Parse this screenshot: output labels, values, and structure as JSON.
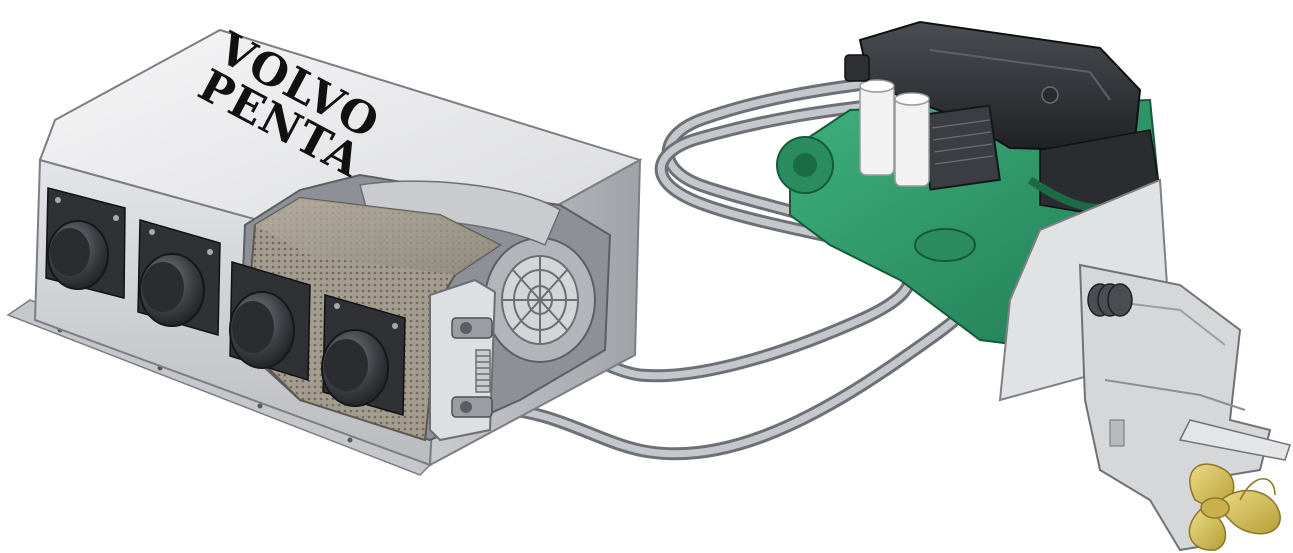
{
  "brand": {
    "line1": "VOLVO",
    "line2": "PENTA"
  },
  "colors": {
    "housing_light": "#e9eaec",
    "housing_mid": "#cfd1d4",
    "housing_dark": "#9ea1a6",
    "outlet_dark": "#3a3c40",
    "hose": "#8f9399",
    "engine_green": "#2f9b6b",
    "engine_dark": "#2b2d30",
    "filter_white": "#f2f2f2",
    "propeller": "#d9c25a",
    "drive_gray": "#d6d7d9"
  },
  "components": {
    "heater_unit": "heater-unit",
    "heat_exchanger": "heat-exchanger-core",
    "fan": "blower-fan",
    "hoses": "coolant-hoses",
    "engine": "marine-engine",
    "sterndrive": "sterndrive-leg",
    "propeller": "propeller"
  }
}
